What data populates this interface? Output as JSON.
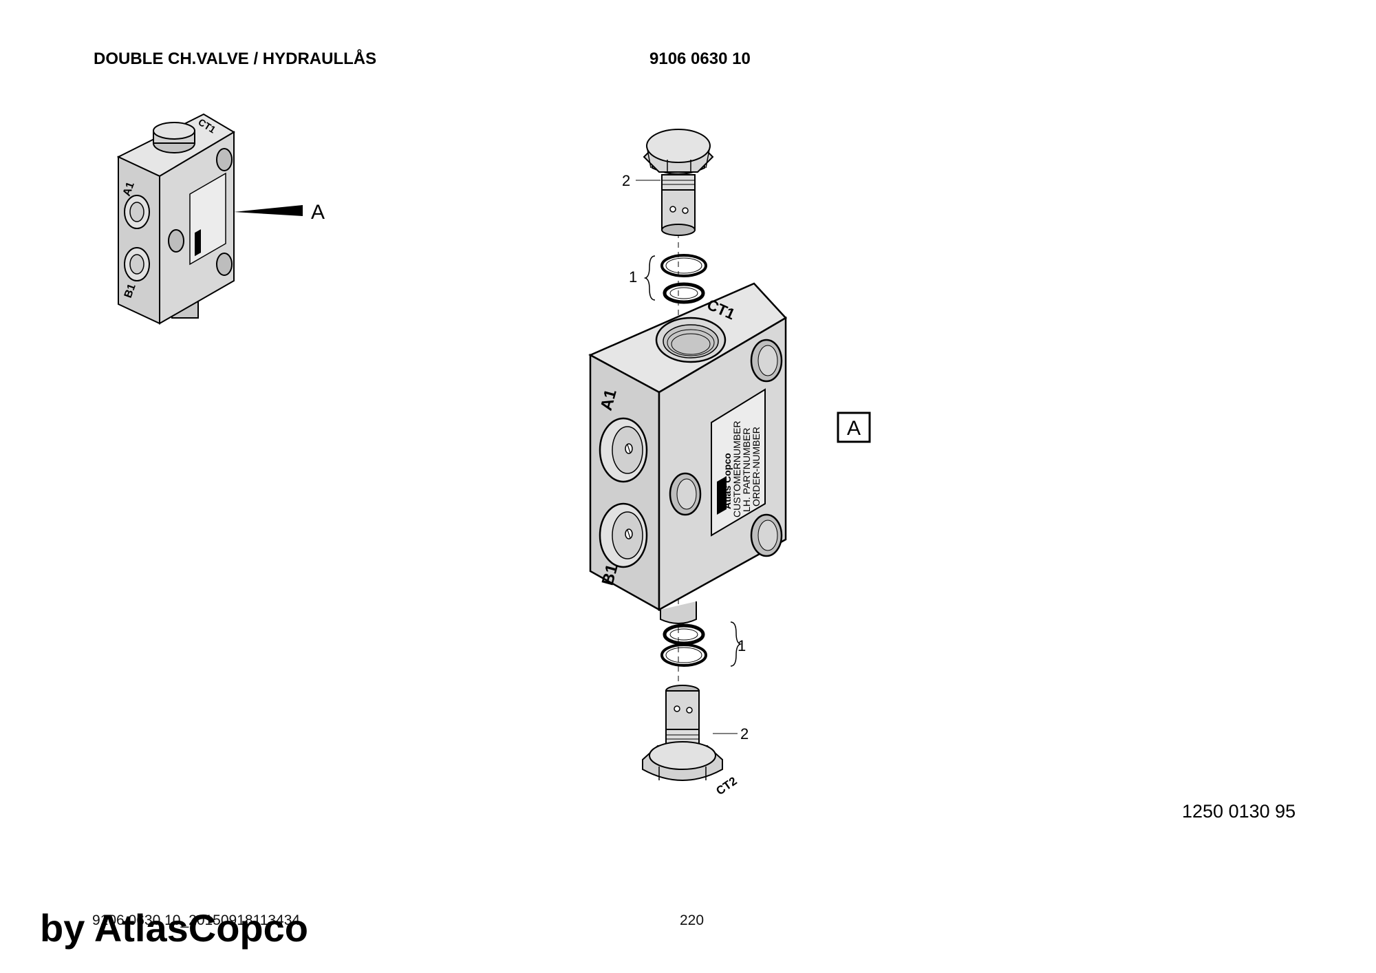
{
  "header": {
    "title": "DOUBLE CH.VALVE / HYDRAULLÅS",
    "part_number": "9106 0630 10"
  },
  "drawing": {
    "view_marker": "A",
    "view_box_label": "A",
    "port_labels": {
      "a1": "A1",
      "b1": "B1",
      "ct1": "CT1",
      "ct2": "CT2"
    },
    "nameplate": {
      "brand": "Atlas Copco",
      "line1": "CUSTOMERNUMBER",
      "line2": "LH. PARTNUMBER",
      "line3": "ORDER-NUMBER"
    },
    "callouts": {
      "top_plug": "2",
      "top_seals": "1",
      "bottom_seals": "1",
      "bottom_plug": "2"
    },
    "drawing_number": "1250 0130 95"
  },
  "footer": {
    "file_code": "9106 0630 10_20150918113434",
    "page_number": "220",
    "watermark": "by AtlasCopco"
  },
  "colors": {
    "body_fill": "#d4d4d4",
    "body_dark": "#b4b4b4",
    "body_light": "#e6e6e6",
    "line": "#000000"
  }
}
